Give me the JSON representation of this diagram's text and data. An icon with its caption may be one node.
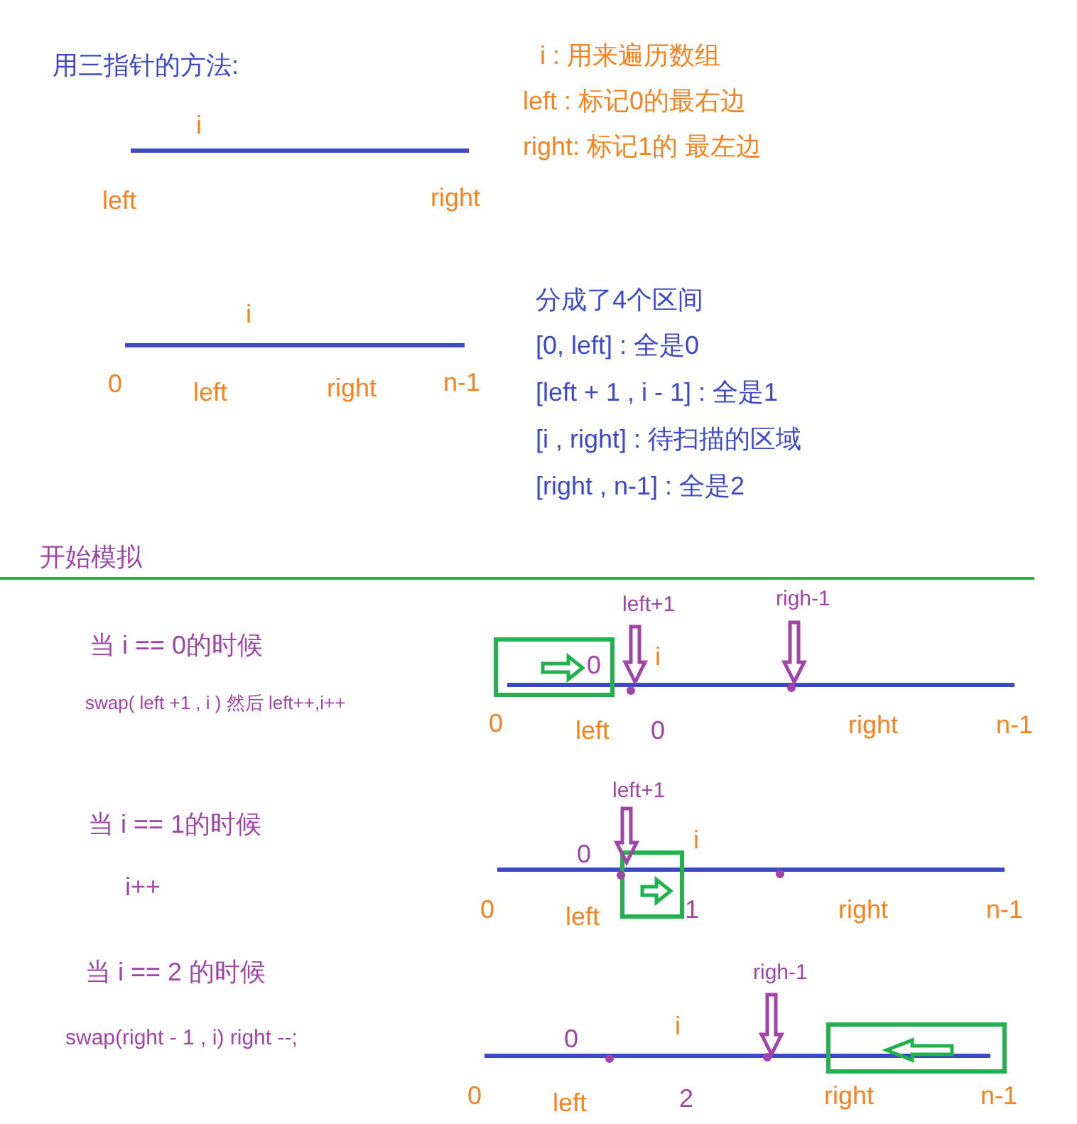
{
  "diagram": {
    "labels": [
      "用三指针的方法:",
      "i : 用来遍历数组",
      "left : 标记0的最右边",
      "right: 标记1的 最左边",
      "i",
      "left",
      "right",
      "i",
      "0",
      "left",
      "right",
      "n-1",
      "分成了4个区间",
      "[0, left] : 全是0",
      "[left + 1 , i - 1] : 全是1",
      "[i , right] : 待扫描的区域",
      "[right , n-1] : 全是2",
      "开始模拟",
      "当 i == 0的时候",
      "swap( left +1 , i ) 然后 left++,i++",
      "left+1",
      "righ-1",
      "0",
      "i",
      "0",
      "left",
      "0",
      "right",
      "n-1",
      "当 i == 1的时候",
      "i++",
      "left+1",
      "0",
      "i",
      "0",
      "left",
      "1",
      "right",
      "n-1",
      "当 i == 2 的时候",
      "swap(right - 1 , i) right --;",
      "righ-1",
      "0",
      "i",
      "0",
      "left",
      "2",
      "right",
      "n-1"
    ]
  }
}
